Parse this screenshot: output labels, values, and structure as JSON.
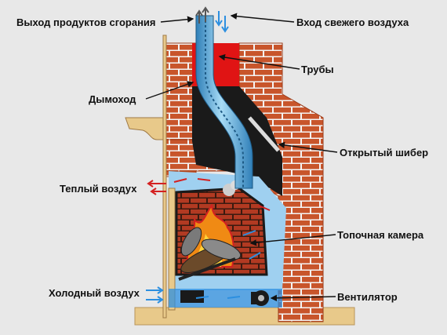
{
  "labels": {
    "exhaust": "Выход продуктов сгорания",
    "fresh_air": "Вход свежего воздуха",
    "pipes": "Трубы",
    "chimney": "Дымоход",
    "damper": "Открытый шибер",
    "warm_air": "Теплый воздух",
    "firebox": "Топочная камера",
    "cold_air": "Холодный воздух",
    "fan": "Вентилятор"
  },
  "colors": {
    "background": "#e8e8e8",
    "brick": "#c8552b",
    "brick_mortar": "#f4f4f4",
    "chimney_red": "#e01414",
    "chimney_black": "#1a1a1a",
    "pipe": "#5aa9d8",
    "cold_flow": "#2c8fe0",
    "hot_flow": "#d42020",
    "interior_blue": "#9fd0f0",
    "cream_stone": "#e8c98a"
  }
}
